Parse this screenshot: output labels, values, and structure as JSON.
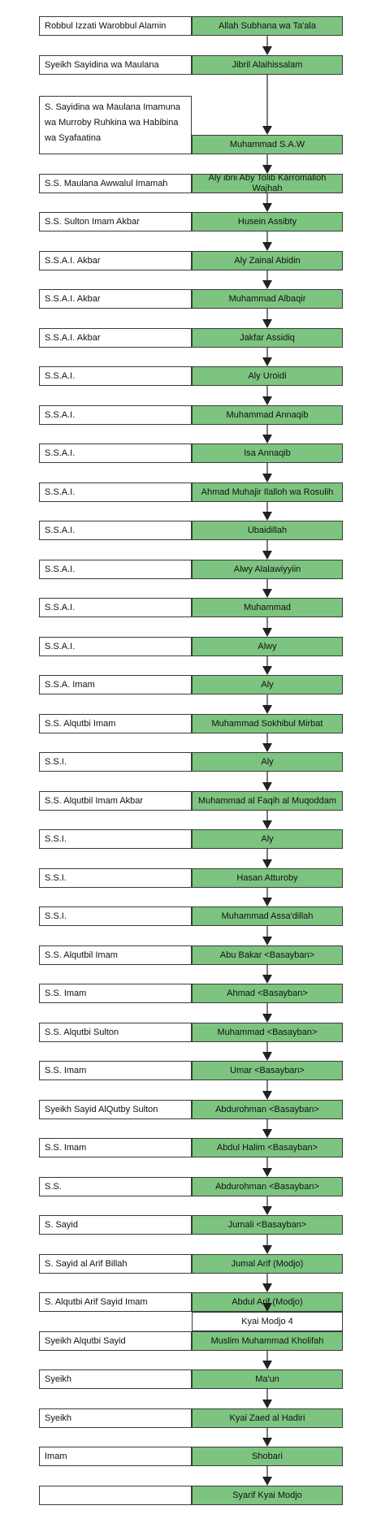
{
  "rows": [
    {
      "left": "Robbul Izzati Warobbul Alamin",
      "right": "Allah Subhana wa Ta'ala"
    },
    {
      "left": "Syeikh Sayidina wa Maulana",
      "right": "Jibril Alaihissalam"
    },
    {
      "left": "S. Sayidina wa Maulana Imamuna wa Murroby Ruhkina wa Habibina wa Syafaatina",
      "right": "Muhammad S.A.W"
    },
    {
      "left": "S.S. Maulana Awwalul Imamah",
      "right": "Aly ibni Aby Tolib Karromalloh Wajhah"
    },
    {
      "left": "S.S. Sulton Imam Akbar",
      "right": "Husein Assibty"
    },
    {
      "left": "S.S.A.I. Akbar",
      "right": "Aly Zainal Abidin"
    },
    {
      "left": "S.S.A.I. Akbar",
      "right": "Muhammad Albaqir"
    },
    {
      "left": "S.S.A.I. Akbar",
      "right": "Jakfar Assidiq"
    },
    {
      "left": "S.S.A.I.",
      "right": "Aly Uroidi"
    },
    {
      "left": "S.S.A.I.",
      "right": "Muhammad Annaqib"
    },
    {
      "left": "S.S.A.I.",
      "right": "Isa Annaqib"
    },
    {
      "left": "S.S.A.I.",
      "right": "Ahmad Muhajir Ilalloh wa Rosulih"
    },
    {
      "left": "S.S.A.I.",
      "right": "Ubaidillah"
    },
    {
      "left": "S.S.A.I.",
      "right": "Alwy Alalawiyyiin"
    },
    {
      "left": "S.S.A.I.",
      "right": "Muhammad"
    },
    {
      "left": "S.S.A.I.",
      "right": "Alwy"
    },
    {
      "left": "S.S.A. Imam",
      "right": "Aly"
    },
    {
      "left": "S.S. Alqutbi Imam",
      "right": "Muhammad Sokhibul Mirbat"
    },
    {
      "left": "S.S.I.",
      "right": "Aly"
    },
    {
      "left": "S.S. Alqutbil Imam Akbar",
      "right": "Muhammad al Faqih al Muqoddam"
    },
    {
      "left": "S.S.I.",
      "right": "Aly"
    },
    {
      "left": "S.S.I.",
      "right": "Hasan Atturoby"
    },
    {
      "left": "S.S.I.",
      "right": "Muhammad Assa'dillah"
    },
    {
      "left": "S.S. Alqutbil Imam",
      "right": "Abu Bakar <Basayban>"
    },
    {
      "left": "S.S. Imam",
      "right": "Ahmad <Basayban>"
    },
    {
      "left": "S.S. Alqutbi Sulton",
      "right": "Muhammad <Basayban>"
    },
    {
      "left": "S.S. Imam",
      "right": "Umar <Basayban>"
    },
    {
      "left": "Syeikh Sayid AlQutby Sulton",
      "right": "Abdurohman <Basayban>"
    },
    {
      "left": "S.S. Imam",
      "right": "Abdul Halim <Basayban>"
    },
    {
      "left": "S.S.",
      "right": "Abdurohman <Basayban>"
    },
    {
      "left": "S. Sayid",
      "right": "Jumali <Basayban>"
    },
    {
      "left": "S. Sayid al Arif Billah",
      "right": "Jumal Arif (Modjo)"
    },
    {
      "left": "S. Alqutbi Arif Sayid Imam",
      "right": "Abdul Arif (Modjo)"
    },
    {
      "left": "Syeikh Alqutbi Sayid",
      "right": "Muslim Muhammad Kholifah",
      "extra": "Kyai Modjo 4"
    },
    {
      "left": "Syeikh",
      "right": "Ma'un"
    },
    {
      "left": "Syeikh",
      "right": "Kyai Zaed al Hadiri"
    },
    {
      "left": "Imam",
      "right": "Shobari"
    },
    {
      "left": "",
      "right": "Syarif Kyai Modjo"
    }
  ],
  "colors": {
    "green": "#7cc47f",
    "border": "#3a3a3a",
    "arrow": "#222222"
  }
}
